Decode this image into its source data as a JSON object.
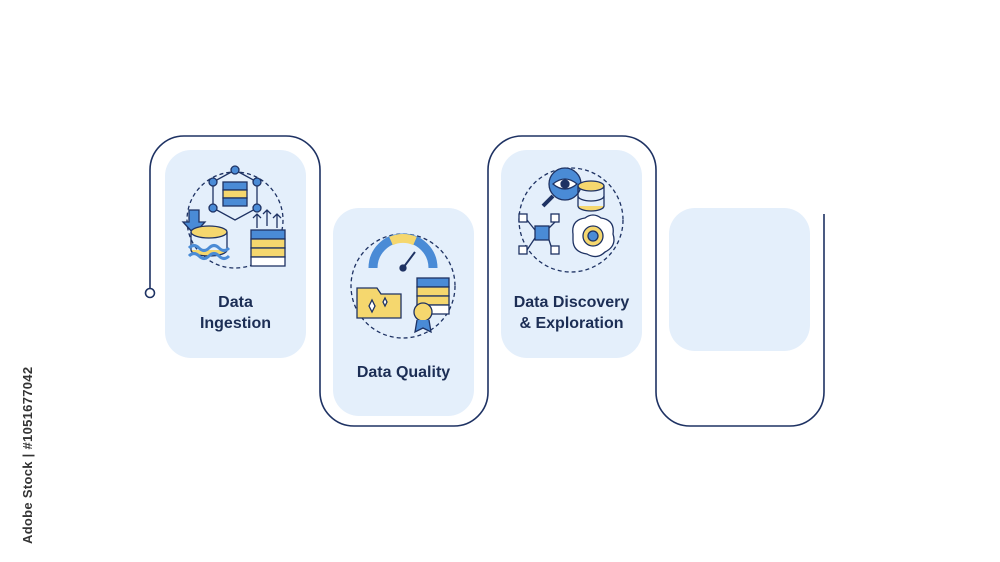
{
  "colors": {
    "card_fill": "#e4effb",
    "line": "#1e3263",
    "icon_blue": "#4a8bd6",
    "icon_yellow": "#f5d76e",
    "text": "#1c2e55"
  },
  "steps": [
    {
      "label_line1": "Data",
      "label_line2": "Ingestion",
      "icon": "data-ingestion-icon"
    },
    {
      "label_line1": "Data Quality",
      "label_line2": "",
      "icon": "data-quality-icon"
    },
    {
      "label_line1": "Data Discovery",
      "label_line2": "& Exploration",
      "icon": "data-discovery-icon"
    },
    {
      "label_line1": "",
      "label_line2": "",
      "icon": ""
    }
  ],
  "stock_id": "Adobe Stock | #1051677042"
}
